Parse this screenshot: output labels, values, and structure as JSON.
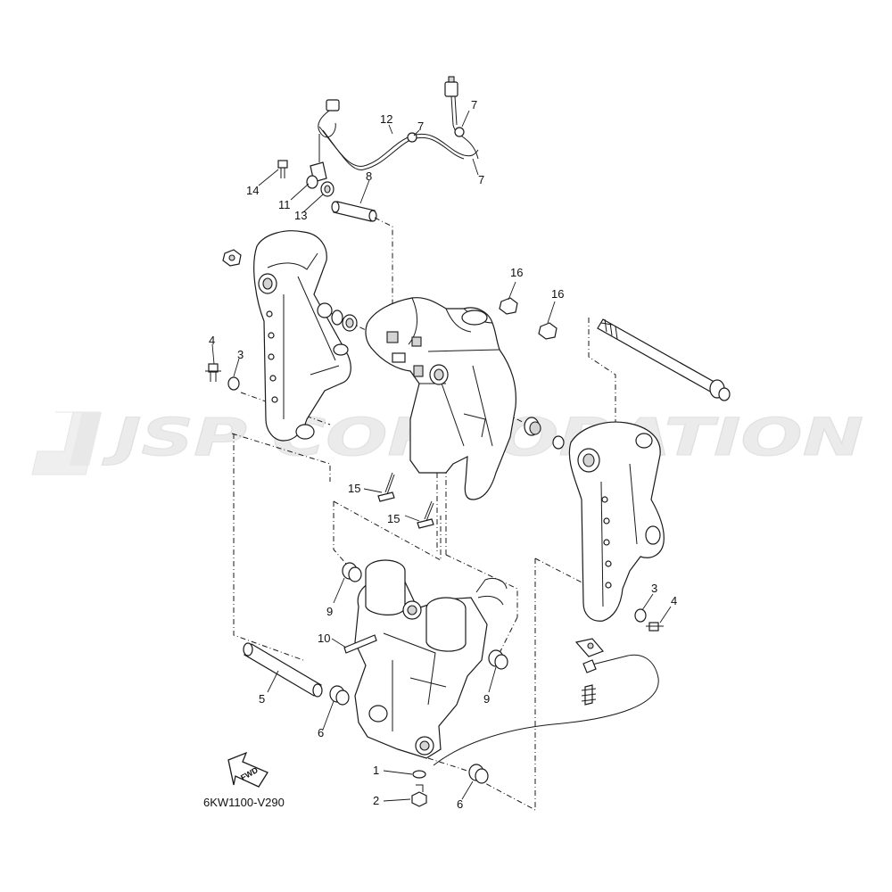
{
  "diagram_code": "6KW1100-V290",
  "watermark": "JSP CORPORATION",
  "fwd_label": "FWD",
  "callouts": {
    "c1": "1",
    "c2": "2",
    "c3a": "3",
    "c3b": "3",
    "c4a": "4",
    "c4b": "4",
    "c5": "5",
    "c6a": "6",
    "c6b": "6",
    "c7a": "7",
    "c7b": "7",
    "c7c": "7",
    "c8": "8",
    "c9a": "9",
    "c9b": "9",
    "c10": "10",
    "c11": "11",
    "c12": "12",
    "c13": "13",
    "c14": "14",
    "c15a": "15",
    "c15b": "15",
    "c16a": "16",
    "c16b": "16"
  }
}
